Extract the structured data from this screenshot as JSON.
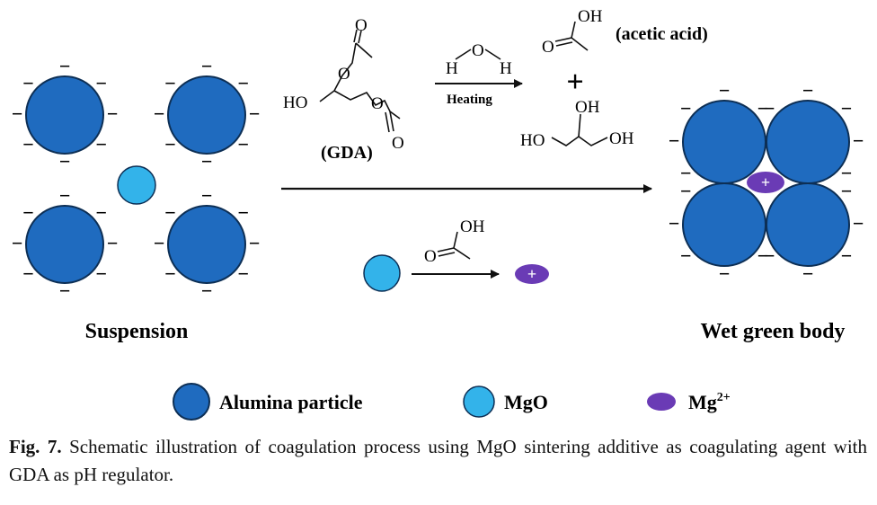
{
  "colors": {
    "alumina_fill": "#1f6bbf",
    "alumina_stroke": "#0d2f55",
    "mgo_fill": "#33b3ea",
    "mg_ion_fill": "#6a3bb5",
    "text": "#111111"
  },
  "chemistry": {
    "water_o": "O",
    "water_h_left": "H",
    "water_h_right": "H",
    "heating_label": "Heating",
    "acetic_oh": "OH",
    "acetic_o": "O",
    "acetic_label": "(acetic acid)",
    "plus": "+",
    "glycerol_oh_top": "OH",
    "glycerol_ho_left": "HO",
    "glycerol_oh_right": "OH",
    "gda_ho": "HO",
    "gda_o_top": "O",
    "gda_o_top_carbonyl": "O",
    "gda_o_bottom": "O",
    "gda_o_bottom_carbonyl": "O",
    "gda_label": "(GDA)",
    "bottom_acid_oh": "OH",
    "bottom_acid_o": "O"
  },
  "ion_sign": "+",
  "charge_sign": "−",
  "labels": {
    "suspension": "Suspension",
    "wet_green_body": "Wet green body"
  },
  "legend": {
    "alumina": "Alumina particle",
    "mgo": "MgO",
    "mg_ion_base": "Mg",
    "mg_ion_sup": "2+"
  },
  "caption": {
    "label": "Fig. 7.",
    "text": "Schematic illustration of coagulation process using MgO sintering additive as coagulating agent with GDA as pH regulator."
  }
}
